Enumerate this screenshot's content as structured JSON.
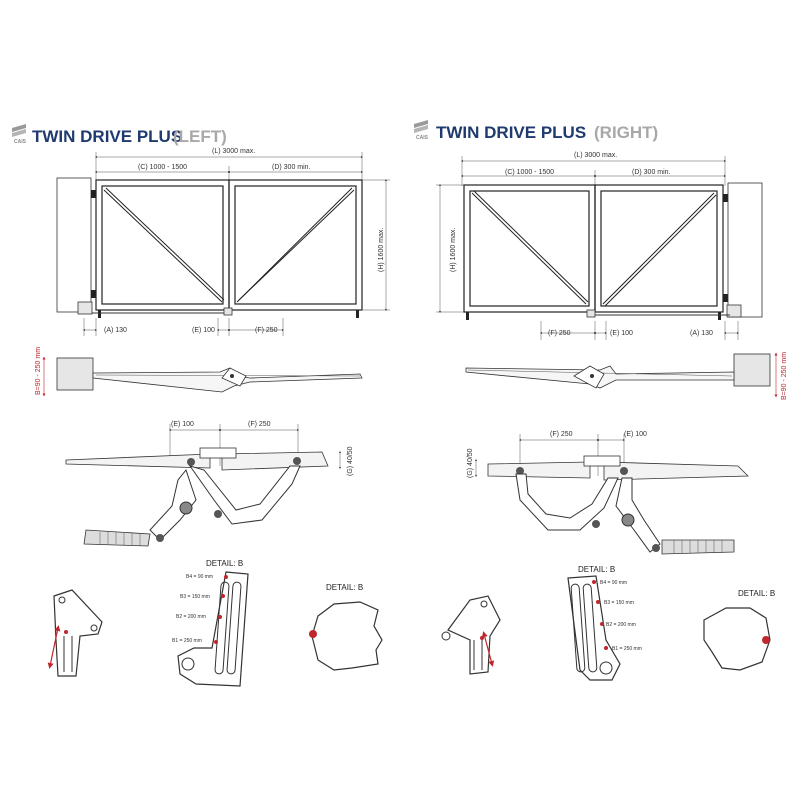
{
  "brand": {
    "logo_text": "CAIS"
  },
  "left": {
    "title_main": "TWIN DRIVE PLUS",
    "title_side": "(LEFT)",
    "dim_L": "(L) 3000 max.",
    "dim_C": "(C) 1000 - 1500",
    "dim_D": "(D) 300 min.",
    "dim_H": "(H) 1600 max.",
    "dim_A": "(A) 130",
    "dim_E": "(E) 100",
    "dim_F": "(F) 250",
    "dim_B": "B=90 - 250 mm",
    "dim_E2": "(E) 100",
    "dim_F2": "(F) 250",
    "dim_G": "(G) 40/50",
    "detail_b1": "DETAIL: B",
    "detail_b2": "DETAIL: B",
    "b4": "B4 = 90 mm",
    "b3": "B3 = 150 mm",
    "b2": "B2 = 200 mm",
    "b1": "B1 = 250 mm"
  },
  "right": {
    "title_main": "TWIN DRIVE PLUS",
    "title_side": "(RIGHT)",
    "dim_L": "(L) 3000 max.",
    "dim_C": "(C) 1000 - 1500",
    "dim_D": "(D) 300 min.",
    "dim_H": "(H) 1600 max.",
    "dim_F": "(F) 250",
    "dim_E": "(E) 100",
    "dim_A": "(A) 130",
    "dim_B": "B=90 - 250 mm",
    "dim_F2": "(F) 250",
    "dim_E2": "(E) 100",
    "dim_G": "(G) 40/50",
    "detail_b1": "DETAIL: B",
    "detail_b2": "DETAIL: B",
    "b4": "B4 = 90 mm",
    "b3": "B3 = 150 mm",
    "b2": "B2 = 200 mm",
    "b1": "B1 = 250 mm"
  },
  "colors": {
    "title_blue": "#1e3a6e",
    "title_grey": "#a8a8a8",
    "accent_red": "#c0272d"
  }
}
